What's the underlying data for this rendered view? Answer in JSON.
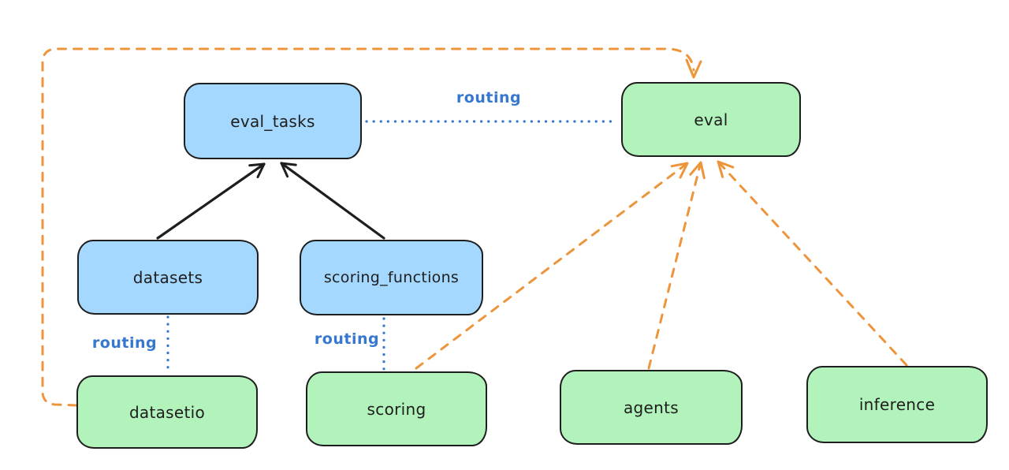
{
  "diagram": {
    "background": "#ffffff",
    "colors": {
      "registry_fill": "#a5d8ff",
      "provider_fill": "#b2f2bb",
      "stroke_black": "#1e1e1e",
      "routing_blue": "#3677cf",
      "provider_orange": "#ec953c"
    },
    "nodes": {
      "eval_tasks": {
        "label": "eval_tasks"
      },
      "eval": {
        "label": "eval"
      },
      "datasets": {
        "label": "datasets"
      },
      "scoring_functions": {
        "label": "scoring_functions"
      },
      "datasetio": {
        "label": "datasetio"
      },
      "scoring": {
        "label": "scoring"
      },
      "agents": {
        "label": "agents"
      },
      "inference": {
        "label": "inference"
      }
    },
    "edge_labels": {
      "routing_eval_tasks_eval": "routing",
      "routing_datasets_datasetio": "routing",
      "routing_scoring_functions_scoring": "routing"
    },
    "edges": [
      {
        "from": "datasets",
        "to": "eval_tasks",
        "style": "solid-black-arrow"
      },
      {
        "from": "scoring_functions",
        "to": "eval_tasks",
        "style": "solid-black-arrow"
      },
      {
        "from": "eval_tasks",
        "to": "eval",
        "style": "dotted-blue",
        "label": "routing"
      },
      {
        "from": "datasets",
        "to": "datasetio",
        "style": "dotted-blue",
        "label": "routing"
      },
      {
        "from": "scoring_functions",
        "to": "scoring",
        "style": "dotted-blue",
        "label": "routing"
      },
      {
        "from": "datasetio",
        "to": "eval",
        "style": "dashed-orange-arrow",
        "route": "left-and-over-top"
      },
      {
        "from": "scoring",
        "to": "eval",
        "style": "dashed-orange-arrow"
      },
      {
        "from": "agents",
        "to": "eval",
        "style": "dashed-orange-arrow"
      },
      {
        "from": "inference",
        "to": "eval",
        "style": "dashed-orange-arrow"
      }
    ]
  }
}
